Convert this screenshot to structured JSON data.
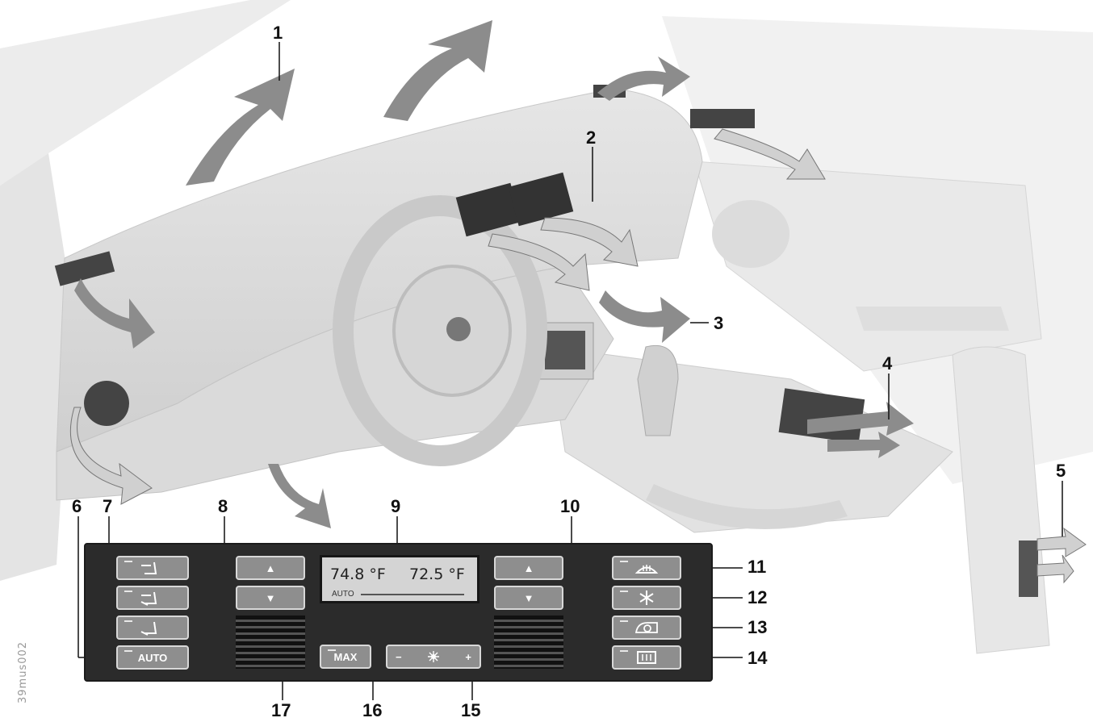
{
  "callouts": [
    {
      "label": "1"
    },
    {
      "label": "2"
    },
    {
      "label": "3"
    },
    {
      "label": "4"
    },
    {
      "label": "5"
    },
    {
      "label": "6"
    },
    {
      "label": "7"
    },
    {
      "label": "8"
    },
    {
      "label": "9"
    },
    {
      "label": "10"
    },
    {
      "label": "11"
    },
    {
      "label": "12"
    },
    {
      "label": "13"
    },
    {
      "label": "14"
    },
    {
      "label": "15"
    },
    {
      "label": "16"
    },
    {
      "label": "17"
    }
  ],
  "side_code": "39mus002",
  "panel": {
    "left_temp": "74.8 °F",
    "right_temp": "72.5 °F",
    "mode_text": "AUTO",
    "auto_button": "AUTO",
    "max_button": "MAX",
    "fan_minus": "−",
    "fan_plus": "+",
    "up_glyph": "▲",
    "down_glyph": "▼"
  },
  "icons": {
    "seat_upper": "seat-air-upper-icon",
    "seat_both": "seat-air-upper-lower-icon",
    "seat_lower": "seat-air-footwell-icon",
    "defrost": "windshield-defrost-icon",
    "ac": "ac-snowflake-icon",
    "recirc": "air-recirculation-icon",
    "rear_defrost": "rear-window-defrost-icon",
    "fan": "fan-icon"
  },
  "colors": {
    "arrow_dark": "#8c8c8c",
    "arrow_light": "#d0d0d0",
    "panel": "#2b2b2b",
    "button": "#8e8e8e"
  }
}
